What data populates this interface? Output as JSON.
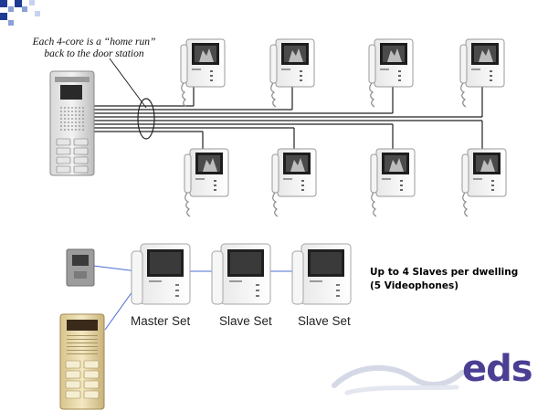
{
  "caption": {
    "line1": "Each 4-core is a “home run”",
    "line2": "back to the door station"
  },
  "labels": {
    "master": "Master Set",
    "slave1": "Slave Set",
    "slave2": "Slave Set"
  },
  "note": {
    "line1": "Up to 4 Slaves per dwelling",
    "line2": "(5 Videophones)"
  },
  "logo": {
    "latin": "eds"
  },
  "colors": {
    "corner_squares": "#1f3a93",
    "logo": "#4b3f93",
    "wire": "#222222",
    "bus_wire": "#4a6cd4"
  }
}
